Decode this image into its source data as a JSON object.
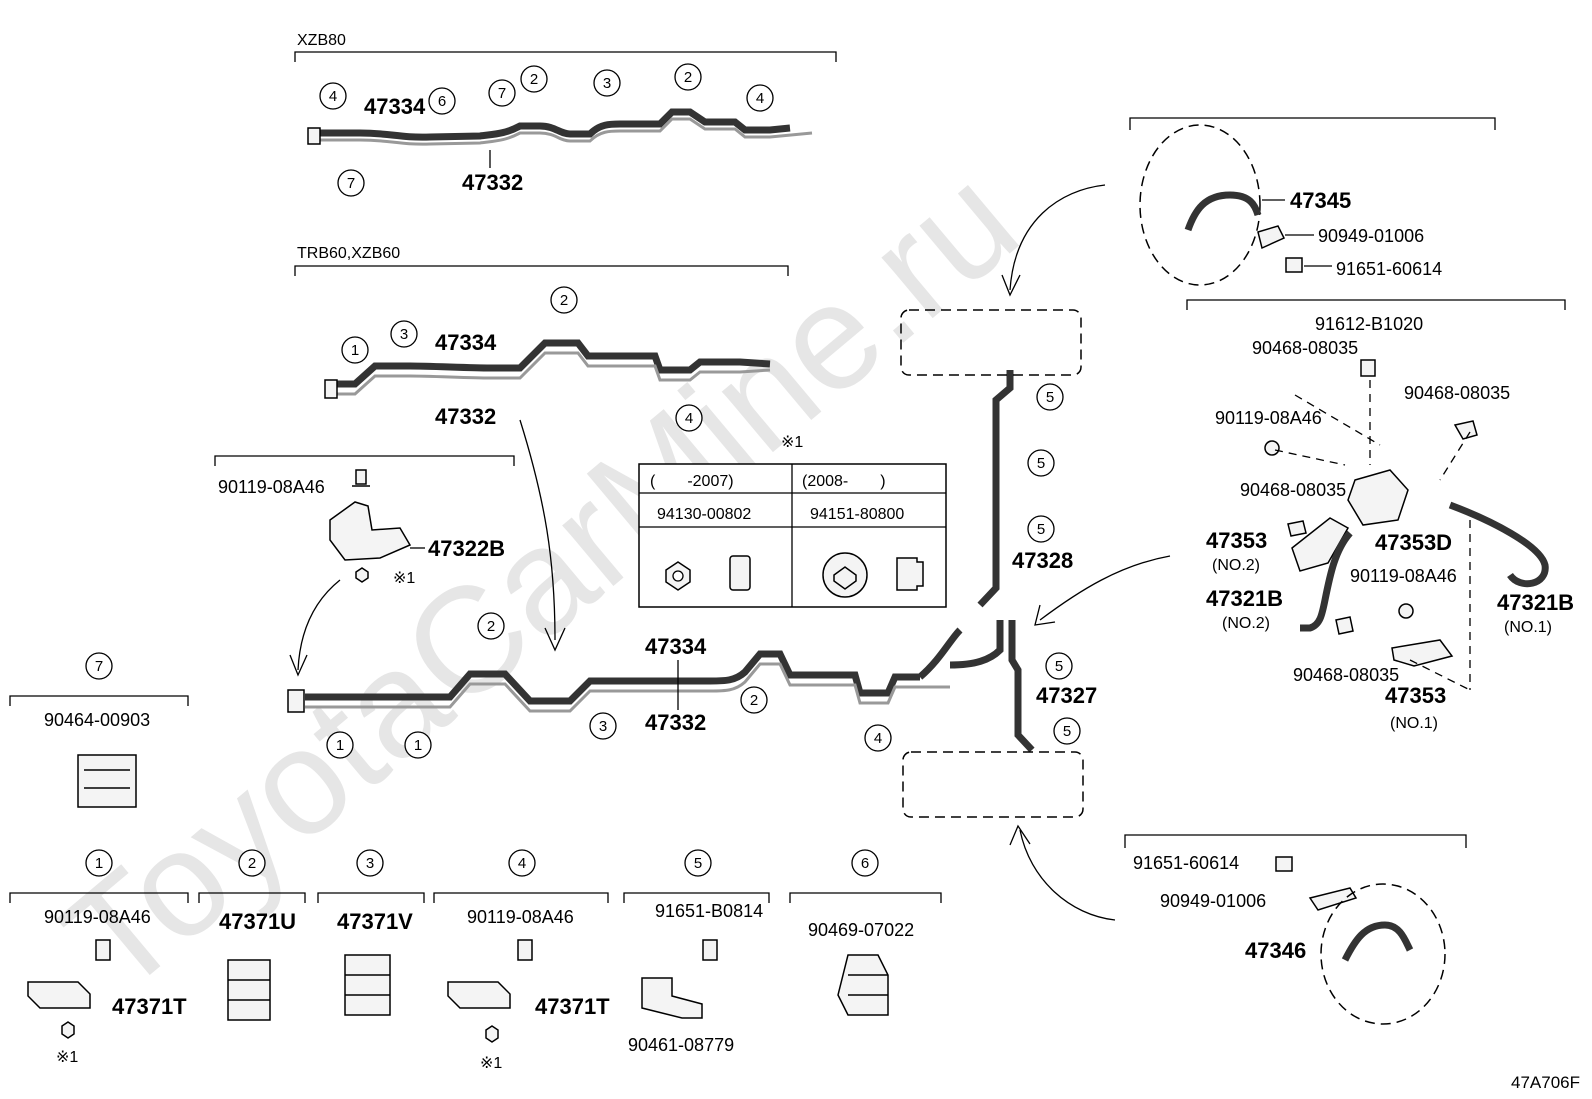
{
  "diagram_code": "47A706F",
  "watermark": "ToyotaCarMine.ru",
  "groups": {
    "xzb80": "XZB80",
    "trb60": "TRB60,XZB60"
  },
  "note_mark": "※1",
  "note_table": {
    "mark": "※1",
    "col1_period": "(　　-2007)",
    "col2_period": "(2008-　　)",
    "col1_part": "94130-00802",
    "col2_part": "94151-80800"
  },
  "parts": {
    "p47334": "47334",
    "p47332": "47332",
    "p47322B": "47322B",
    "p90119": "90119-08A46",
    "p47328": "47328",
    "p47327": "47327",
    "p47345": "47345",
    "p90949": "90949-01006",
    "p91651_60614": "91651-60614",
    "p91612": "91612-B1020",
    "p90468": "90468-08035",
    "p47353D": "47353D",
    "p47353": "47353",
    "p47321B": "47321B",
    "no1": "(NO.1)",
    "no2": "(NO.2)",
    "p47346": "47346",
    "p90464": "90464-00903",
    "p47371U": "47371U",
    "p47371V": "47371V",
    "p47371T": "47371T",
    "p91651_B0814": "91651-B0814",
    "p90461": "90461-08779",
    "p90469": "90469-07022"
  },
  "clamp_numbers": [
    "1",
    "2",
    "3",
    "4",
    "5",
    "6",
    "7"
  ]
}
